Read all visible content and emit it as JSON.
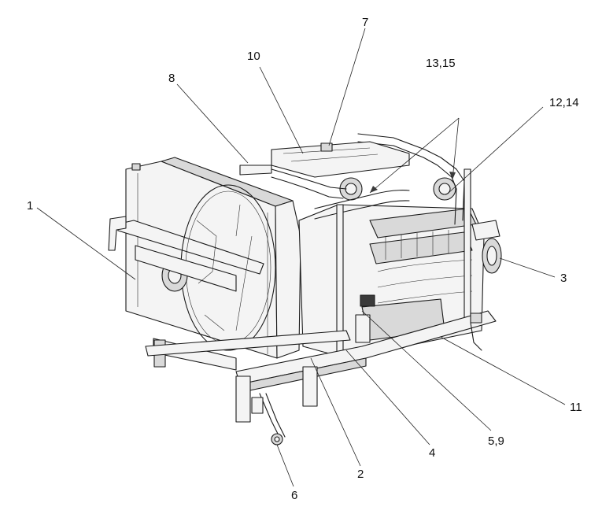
{
  "figure": {
    "colors": {
      "ink": "#1a1a1a",
      "background": "#ffffff"
    },
    "callouts": [
      {
        "id": "c1",
        "label": "1"
      },
      {
        "id": "c2",
        "label": "2"
      },
      {
        "id": "c3",
        "label": "3"
      },
      {
        "id": "c4",
        "label": "4"
      },
      {
        "id": "c5",
        "label": "5,9"
      },
      {
        "id": "c6",
        "label": "6"
      },
      {
        "id": "c7",
        "label": "7"
      },
      {
        "id": "c8",
        "label": "8"
      },
      {
        "id": "c10",
        "label": "10"
      },
      {
        "id": "c11",
        "label": "11"
      },
      {
        "id": "c12",
        "label": "12,14"
      },
      {
        "id": "c13",
        "label": "13,15"
      }
    ]
  }
}
